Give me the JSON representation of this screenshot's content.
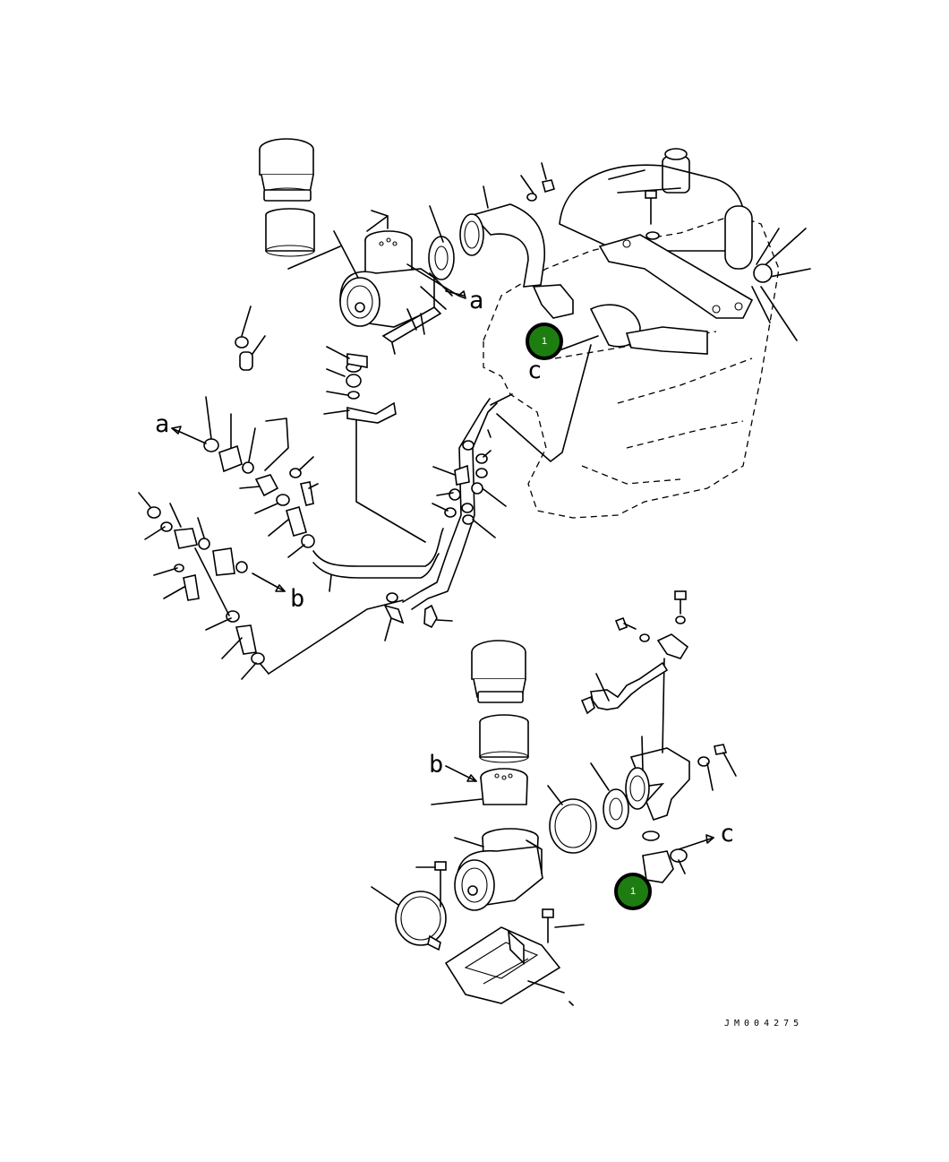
{
  "diagram": {
    "reference_letters": {
      "a_top": "a",
      "a_left": "a",
      "b_left": "b",
      "b_lower": "b",
      "c_top": "c",
      "c_lower": "c"
    },
    "callouts": {
      "top": "1",
      "bottom": "1"
    },
    "document_id": "JM004275",
    "colors": {
      "callout_fill": "#1e7d10",
      "line": "#000000"
    }
  }
}
